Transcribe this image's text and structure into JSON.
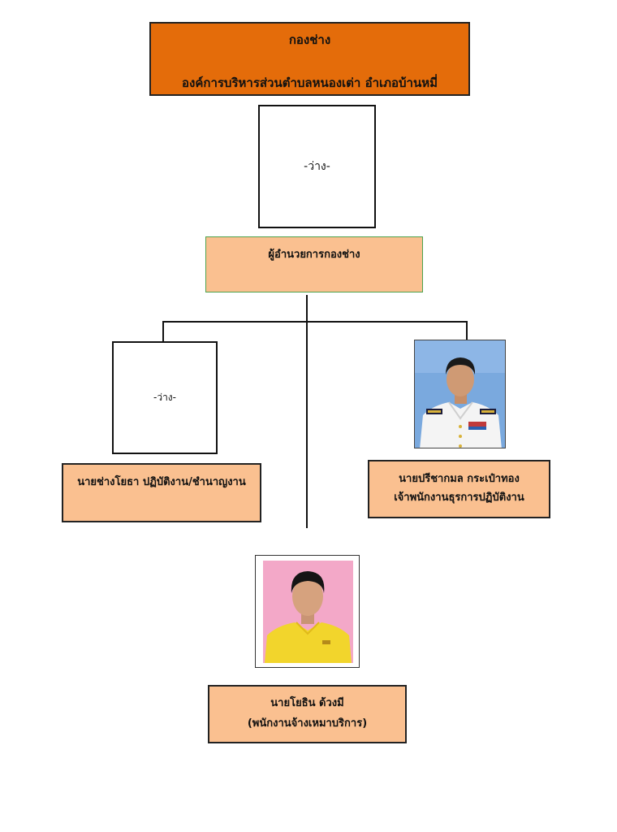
{
  "header": {
    "division": "กองช่าง",
    "organization": "องค์การบริหารส่วนตำบลหนองเต่า อำเภอบ้านหมี่"
  },
  "director": {
    "photo_text": "-ว่าง-",
    "position": "ผู้อำนวยการกองช่าง"
  },
  "technician": {
    "photo_text": "-ว่าง-",
    "position": "นายช่างโยธา ปฏิบัติงาน/ชำนาญงาน"
  },
  "clerk": {
    "name": "นายปรีชากมล   กระเป๋าทอง",
    "position": "เจ้าพนักงานธุรการปฏิบัติงาน"
  },
  "service_staff": {
    "name": "นายโยธิน  ด้วงมี",
    "position": "(พนักงานจ้างเหมาบริการ)"
  },
  "colors": {
    "header_fill": "#e46c0a",
    "box_fill": "#fac090",
    "director_border": "#4ea34e"
  }
}
